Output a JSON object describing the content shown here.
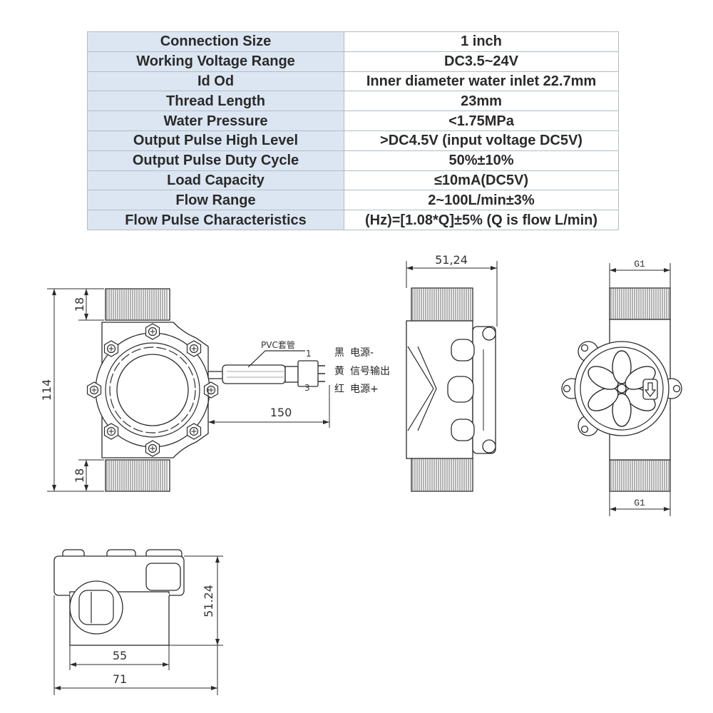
{
  "spec_table": {
    "rows": [
      {
        "label": "Connection Size",
        "value": "1 inch"
      },
      {
        "label": "Working Voltage Range",
        "value": "DC3.5~24V"
      },
      {
        "label": "Id Od",
        "value": "Inner diameter water inlet 22.7mm"
      },
      {
        "label": "Thread Length",
        "value": "23mm"
      },
      {
        "label": "Water Pressure",
        "value": "<1.75MPa"
      },
      {
        "label": "Output Pulse High Level",
        "value": ">DC4.5V (input voltage DC5V)"
      },
      {
        "label": "Output Pulse Duty Cycle",
        "value": "50%±10%"
      },
      {
        "label": "Load Capacity",
        "value": "≤10mA(DC5V)"
      },
      {
        "label": "Flow Range",
        "value": "2~100L/min±3%"
      },
      {
        "label": "Flow Pulse Characteristics",
        "value": "(Hz)=[1.08*Q]±5% (Q is flow L/min)"
      }
    ]
  },
  "front_view": {
    "dim_top_thread": "18",
    "dim_height": "114",
    "dim_bottom_thread": "18",
    "dim_cable": "150",
    "cable_label": "PVC套管",
    "pin_1": "1",
    "pin_3": "3",
    "wires": [
      {
        "color": "黑",
        "function": "电源-"
      },
      {
        "color": "黄",
        "function": "信号输出"
      },
      {
        "color": "红",
        "function": "电源+"
      }
    ]
  },
  "side_view": {
    "dim_width": "51,24"
  },
  "end_view": {
    "thread_top": "G1",
    "thread_bottom": "G1"
  },
  "bottom_view": {
    "dim_height": "51.24",
    "dim_inner_width": "55",
    "dim_total_width": "71"
  },
  "colors": {
    "label_cell": "#dce6f2",
    "line": "#2b2b2b"
  }
}
